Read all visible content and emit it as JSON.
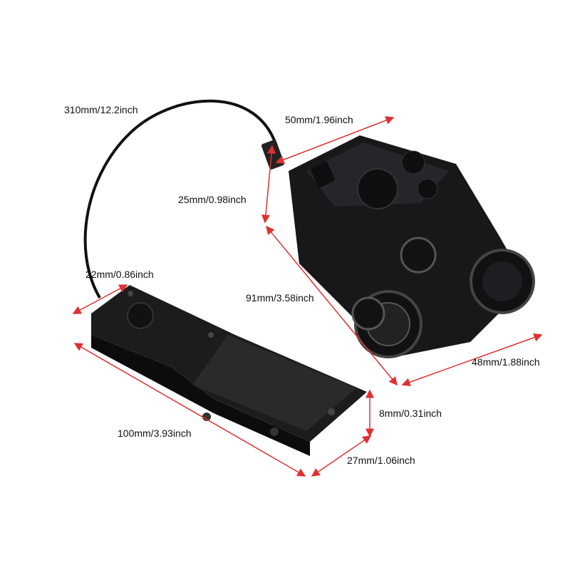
{
  "dimensions": {
    "cable_length": "310mm/12.2inch",
    "unit_width": "50mm/1.96inch",
    "unit_height": "25mm/0.98inch",
    "remote_width": "22mm/0.86inch",
    "unit_length": "91mm/3.58inch",
    "unit_depth": "48mm/1.88inch",
    "remote_thickness": "8mm/0.31inch",
    "remote_length": "100mm/3.93inch",
    "mount_width": "27mm/1.06inch"
  },
  "colors": {
    "arrow": "#e03030",
    "device": "#1a1a1c"
  }
}
